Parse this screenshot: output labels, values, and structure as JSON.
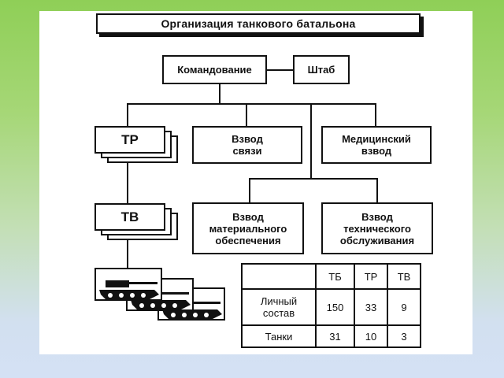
{
  "title": "Организация танкового батальона",
  "command": "Командование",
  "hq": "Штаб",
  "tank_company": "ТР",
  "tank_platoon": "ТВ",
  "signal_platoon": "Взвод\nсвязи",
  "medical_platoon": "Медицинский\nвзвод",
  "supply_platoon": "Взвод\nматериального\nобеспечения",
  "maintenance_platoon": "Взвод\nтехнического\nобслуживания",
  "table": {
    "headers": [
      "",
      "ТБ",
      "ТР",
      "ТВ"
    ],
    "rows": [
      {
        "label": "Личный\nсостав",
        "values": [
          "150",
          "33",
          "9"
        ]
      },
      {
        "label": "Танки",
        "values": [
          "31",
          "10",
          "3"
        ]
      }
    ]
  },
  "colors": {
    "line": "#111111",
    "background_top": "#8fcf57",
    "background_bottom": "#d4e1f5"
  },
  "icons": [
    "tank-icon"
  ]
}
